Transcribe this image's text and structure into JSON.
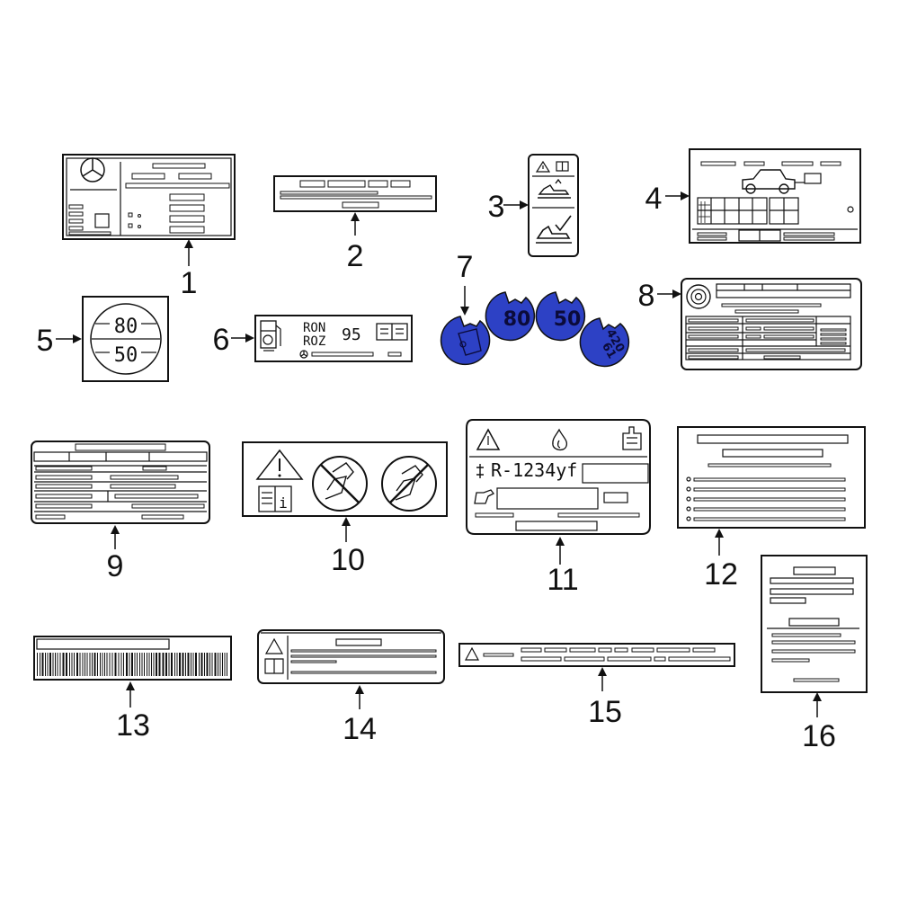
{
  "callouts": {
    "c1": "1",
    "c2": "2",
    "c3": "3",
    "c4": "4",
    "c5": "5",
    "c6": "6",
    "c7": "7",
    "c8": "8",
    "c9": "9",
    "c10": "10",
    "c11": "11",
    "c12": "12",
    "c13": "13",
    "c14": "14",
    "c15": "15",
    "c16": "16"
  },
  "label5": {
    "top": "80",
    "bottom": "50"
  },
  "label6": {
    "fuel_1": "RON",
    "fuel_2": "ROZ",
    "octane": "95"
  },
  "label7": {
    "disc_2": "80",
    "disc_3": "50",
    "disc_4_top": "420",
    "disc_4_bottom": "61"
  },
  "label11": {
    "refrigerant": "R-1234yf"
  },
  "colors": {
    "disc_fill": "#2d41c5",
    "line": "#111111"
  },
  "icons": [
    "mercedes-star-icon",
    "warning-triangle-icon",
    "manual-book-icon",
    "car-icon",
    "fuel-pump-icon",
    "flame-icon",
    "compressor-icon",
    "tire-icon",
    "no-child-seat-icon",
    "fan-icon"
  ]
}
